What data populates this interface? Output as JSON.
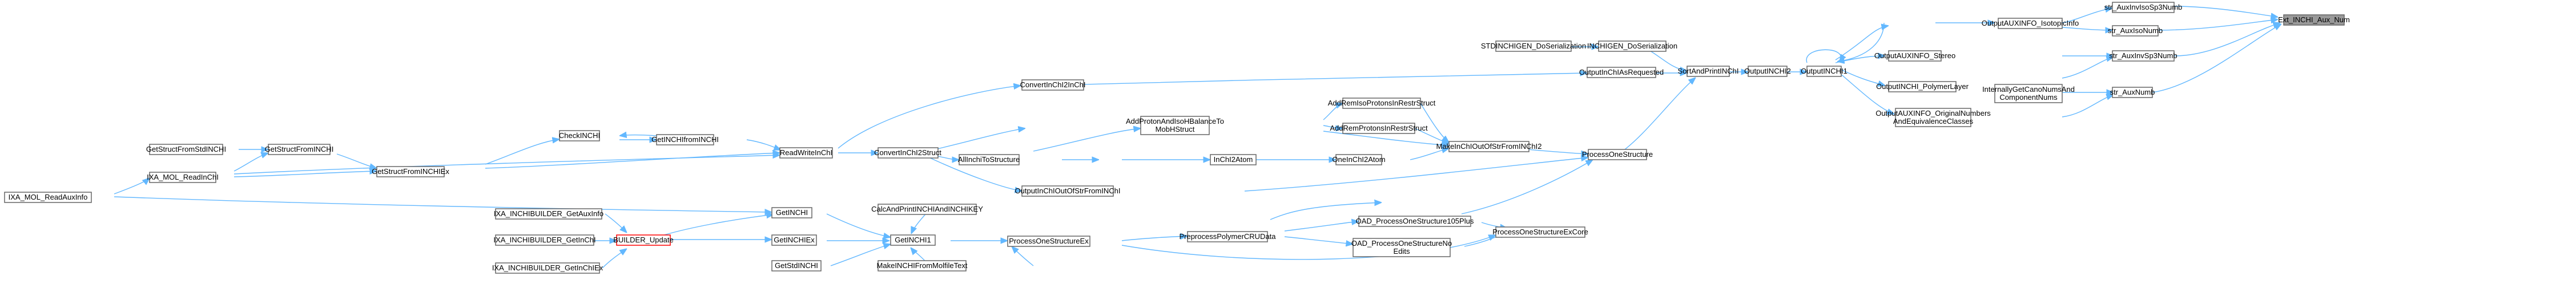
{
  "nodes": {
    "Ext_Aux_Num": "Ext_INCHI_Aux_Num",
    "AuxInvIsoSp3": "str_AuxInvIsoSp3Numb",
    "AuxIsoNumb": "str_AuxIsoNumb",
    "AuxInvSp3": "str_AuxInvSp3Numb",
    "AuxNumb": "str_AuxNumb",
    "OutIsotopic": "OutputAUXINFO_IsotopicInfo",
    "OutStereo": "OutputAUXINFO_Stereo",
    "OutPolymer": "OutputINCHI_PolymerLayer",
    "InternallyGet1": "InternallyGetCanoNumsAnd",
    "InternallyGet2": "ComponentNums",
    "OutOrig1": "OutputAUXINFO_OriginalNumbers",
    "OutOrig2": "AndEquivalenceClasses",
    "OutputINCHI1": "OutputINCHI1",
    "OutputINCHI2": "OutputINCHI2",
    "SortAndPrint": "SortAndPrintINChI",
    "STDINCHIGEN": "STDINCHIGEN_DoSerialization",
    "INCHIGEN": "INCHIGEN_DoSerialization",
    "OutputChiAsReq": "OutputInChIAsRequested",
    "ConvertInChI2InChI": "ConvertInChI2InChI",
    "AddRemIso": "AddRemIsoProtonsInRestrStruct",
    "AddRemProt": "AddRemProtonsInRestrStruct",
    "AddProtAnd1": "AddProtonAndIsoHBalanceTo",
    "AddProtAnd2": "MobHStruct",
    "MakeInChIOut": "MakeInChIOutOfStrFromINChI2",
    "ProcessOneStructure": "ProcessOneStructure",
    "OneInChI2Atom": "OneInChI2Atom",
    "InChI2Atom": "InChI2Atom",
    "AllInchiToStructure": "AllInchiToStructure",
    "ConvertInChI2Struct": "ConvertInChI2Struct",
    "ReadWriteInChI": "ReadWriteInChI",
    "GetINCHIfromINCHI": "GetINCHIfromINCHI",
    "CheckINCHI": "CheckINCHI",
    "GetStructFromINCHIEx": "GetStructFromINCHIEx",
    "GetStructFromINCHI": "GetStructFromINCHI",
    "GetStructFromStdINCHI": "GetStructFromStdINCHI",
    "IXA_MOL_ReadInChI": "IXA_MOL_ReadInChI",
    "IXA_MOL_ReadAuxInfo": "IXA_MOL_ReadAuxInfo",
    "OutputInChIOut": "OutputInChIOutOfStrFromINChI",
    "GetINCHI": "GetINCHI",
    "GetINCHIEx": "GetINCHIEx",
    "GetStdINCHI": "GetStdINCHI",
    "GetINCHI1": "GetINCHI1",
    "CalcAndPrint": "CalcAndPrintINCHIAndINCHIKEY",
    "MakeINCHIFromMolfile": "MakeINCHIFromMolfileText",
    "BUILDER_Update": "BUILDER_Update",
    "BuilderGetAuxInfo": "IXA_INCHIBUILDER_GetAuxInfo",
    "BuilderGetInChI": "IXA_INCHIBUILDER_GetInChI",
    "BuilderGetInChIEx": "IXA_INCHIBUILDER_GetInChIEx",
    "ProcessOneStructureEx": "ProcessOneStructureEx",
    "PreprocessPolymer": "PreprocessPolymerCRUData",
    "OAD105": "OAD_ProcessOneStructure105Plus",
    "OADNoEdits1": "OAD_ProcessOneStructureNo",
    "OADNoEdits2": "Edits",
    "ProcessOneStructureExCore": "ProcessOneStructureExCore"
  },
  "colors": {
    "edge": "#63b8ff",
    "node_border": "#666666",
    "highlight_fill": "#999999",
    "alert_border": "#ff0000"
  }
}
